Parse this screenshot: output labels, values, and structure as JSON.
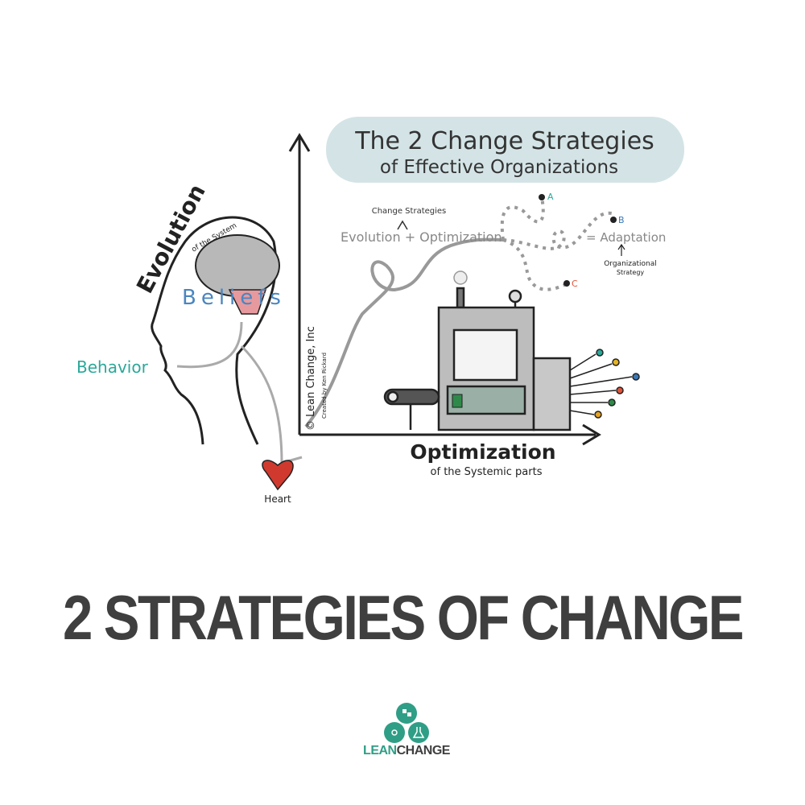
{
  "illustration": {
    "title_line1": "The 2 Change Strategies",
    "title_line2": "of Effective Organizations",
    "change_strategies_label": "Change Strategies",
    "equation_left": "Evolution + Optimization",
    "equation_right": "= Adaptation",
    "organizational_strategy_line1": "Organizational",
    "organizational_strategy_line2": "Strategy",
    "endpoints": [
      {
        "label": "A",
        "color": "#2aa89a"
      },
      {
        "label": "B",
        "color": "#3a78b5"
      },
      {
        "label": "C",
        "color": "#e0553a"
      }
    ],
    "y_axis_label": "Evolution",
    "y_axis_sublabel": "of the System",
    "x_axis_label": "Optimization",
    "x_axis_sublabel": "of the Systemic parts",
    "beliefs_label": "Beliefs",
    "behavior_label": "Behavior",
    "heart_label": "Heart",
    "copyright_line1": "© Lean Change, Inc",
    "copyright_line2": "Created by Ken Rickard",
    "colors": {
      "title_bubble": "#d4e4e6",
      "beliefs": "#4a86c0",
      "behavior": "#2aa89a",
      "heart": "#d03a2e",
      "brain": "#b8b8b8",
      "machine": "#bdbdbd"
    }
  },
  "headline": "2 STRATEGIES OF CHANGE",
  "logo": {
    "part1": "LEAN",
    "part2": "CHANGE",
    "color": "#2f9e86"
  }
}
